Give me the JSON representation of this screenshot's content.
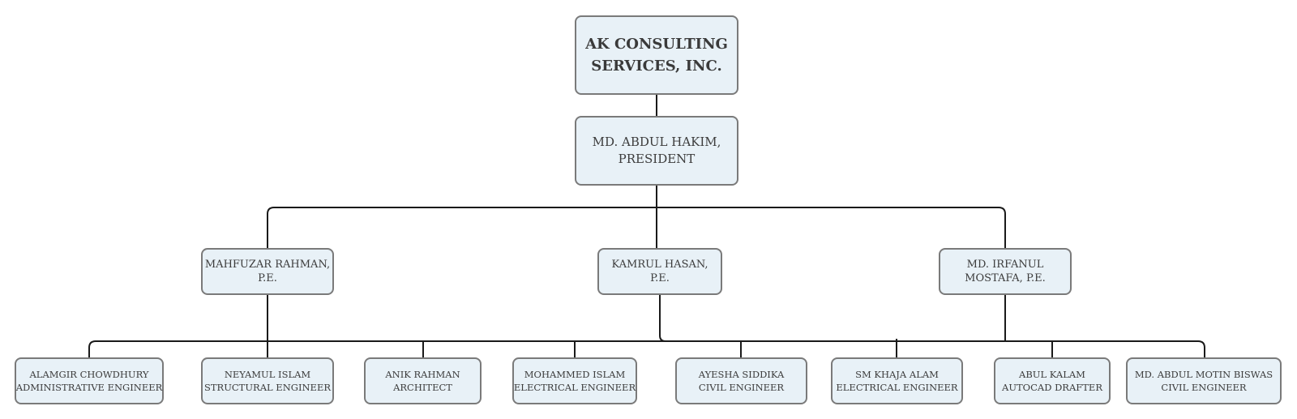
{
  "org_chart": {
    "company": {
      "line1": "AK CONSULTING",
      "line2": "SERVICES, INC."
    },
    "president": {
      "line1": "MD. ABDUL HAKIM,",
      "line2": "PRESIDENT"
    },
    "principals": [
      {
        "line1": "MAHFUZAR RAHMAN,",
        "line2": "P.E."
      },
      {
        "line1": "KAMRUL HASAN,",
        "line2": "P.E."
      },
      {
        "line1": "MD. IRFANUL",
        "line2": "MOSTAFA, P.E."
      }
    ],
    "staff": [
      {
        "name": "ALAMGIR CHOWDHURY",
        "role": "ADMINISTRATIVE ENGINEER"
      },
      {
        "name": "NEYAMUL ISLAM",
        "role": "STRUCTURAL ENGINEER"
      },
      {
        "name": "ANIK RAHMAN",
        "role": "ARCHITECT"
      },
      {
        "name": "MOHAMMED ISLAM",
        "role": "ELECTRICAL ENGINEER"
      },
      {
        "name": "AYESHA SIDDIKA",
        "role": "CIVIL ENGINEER"
      },
      {
        "name": "SM KHAJA ALAM",
        "role": "ELECTRICAL ENGINEER"
      },
      {
        "name": "ABUL KALAM",
        "role": "AUTOCAD DRAFTER"
      },
      {
        "name": "MD. ABDUL MOTIN BISWAS",
        "role": "CIVIL ENGINEER"
      }
    ]
  },
  "colors": {
    "node_fill": "#e8f1f7",
    "node_border": "#7a7a7a",
    "connector": "#1a1a1a",
    "text": "#3c3c3c"
  }
}
